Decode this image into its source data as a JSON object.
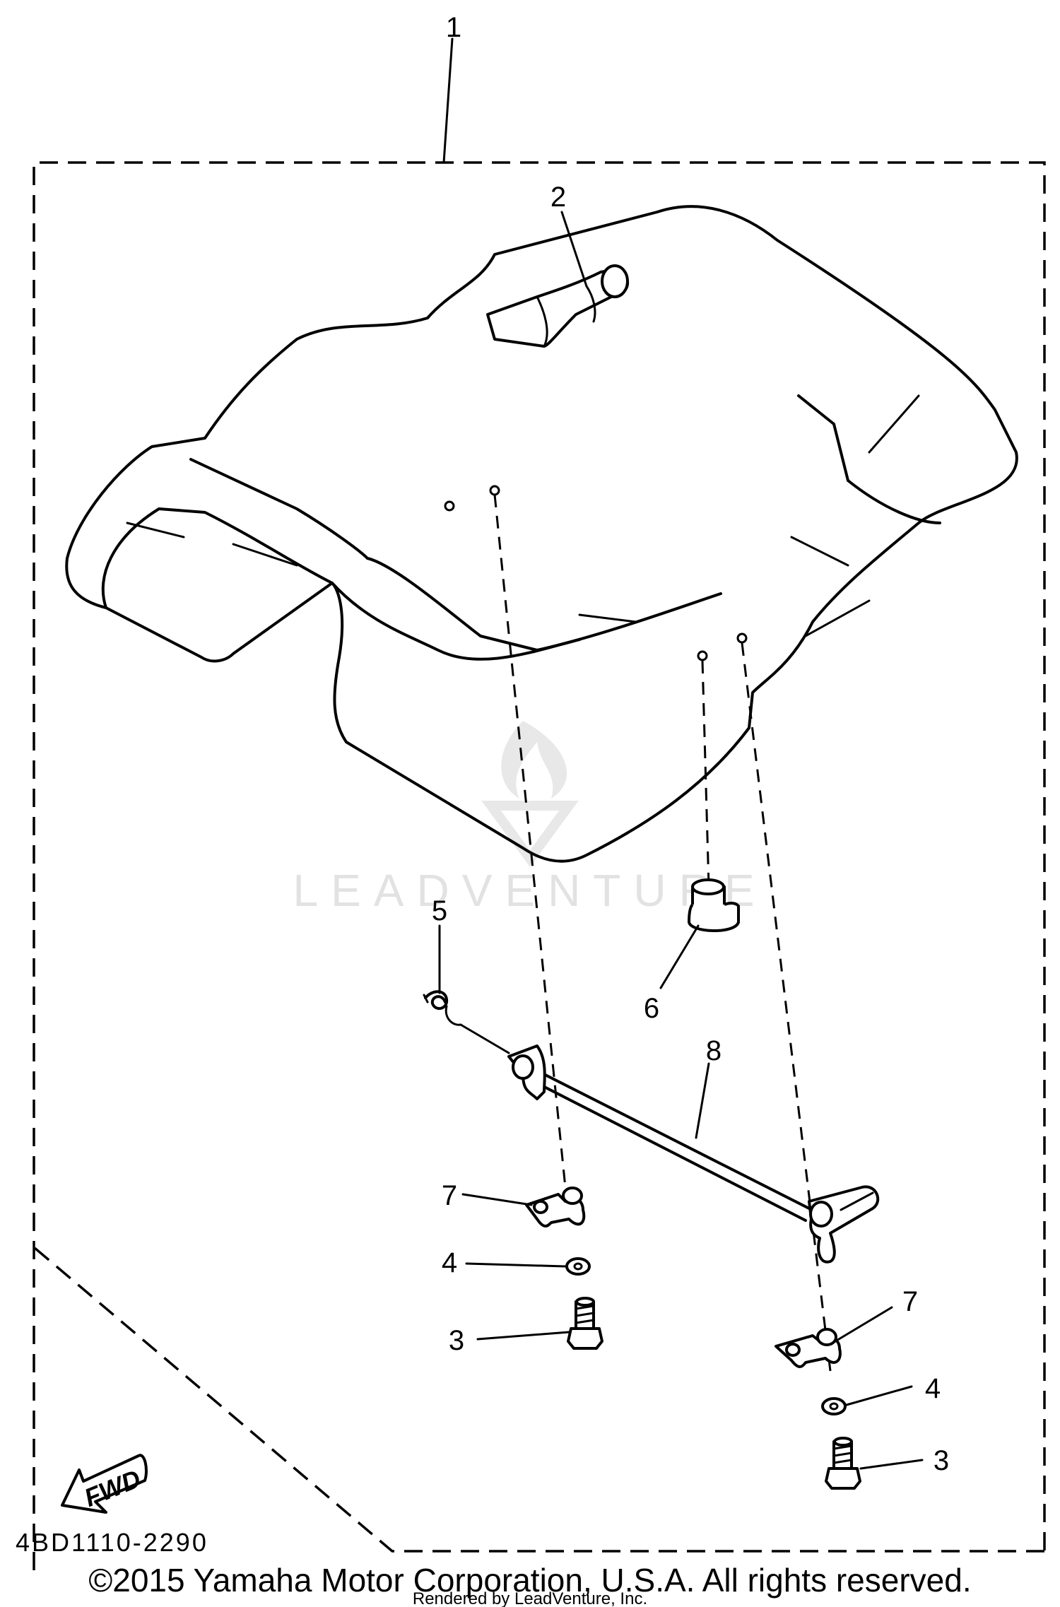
{
  "diagram": {
    "callouts": {
      "c1": "1",
      "c2": "2",
      "c3a": "3",
      "c3b": "3",
      "c4a": "4",
      "c4b": "4",
      "c5": "5",
      "c6": "6",
      "c7a": "7",
      "c7b": "7",
      "c8": "8"
    },
    "fwd_label": "FWD",
    "diagram_code": "4BD1110-2290",
    "watermark": "LEADVENTURE",
    "copyright": "©2015 Yamaha Motor Corporation, U.S.A. All rights reserved.",
    "rendered_by": "Rendered by LeadVenture, Inc."
  }
}
